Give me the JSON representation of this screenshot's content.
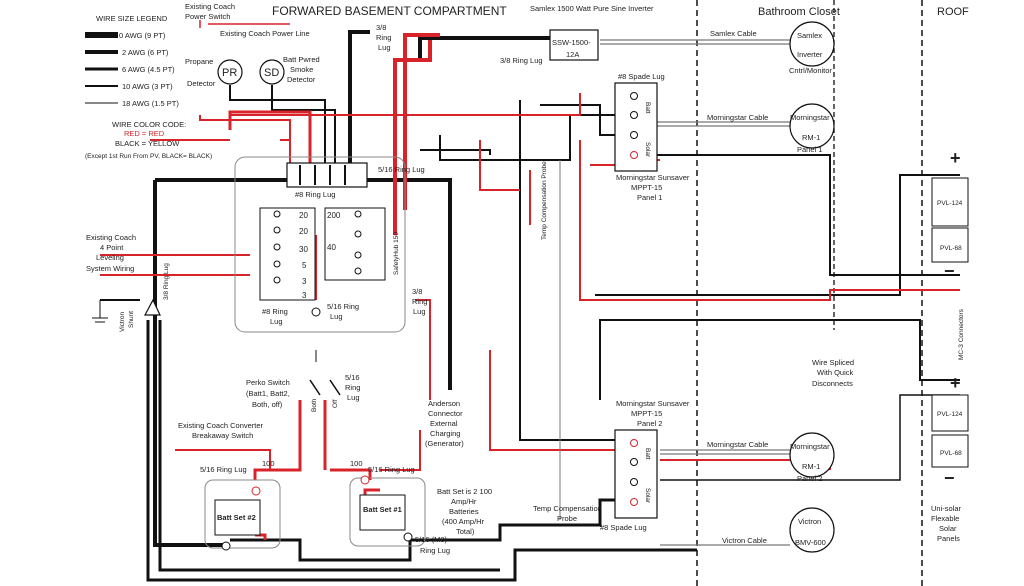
{
  "header": {
    "main_title": "FORWARED BASEMENT COMPARTMENT",
    "bathroom_closet": "Bathroom Closet",
    "roof": "ROOF"
  },
  "legend": {
    "title": "WIRE SIZE LEGEND",
    "items": [
      "0 AWG (9 PT)",
      "2 AWG (6 PT)",
      "6 AWG (4.5 PT)",
      "10 AWG (3 PT)",
      "18 AWG (1.5 PT)"
    ],
    "color_code_title": "WIRE COLOR CODE:",
    "color_red": "RED = RED",
    "color_black": "BLACK = YELLOW",
    "color_note": "(Except 1st Run From PV, BLACK= BLACK)"
  },
  "top_left": {
    "coach_switch_1": "Existing Coach",
    "coach_switch_2": "Power Switch",
    "coach_power_line": "Existing Coach Power Line",
    "propane_1": "Propane",
    "propane_2": "Detector",
    "pr_symbol": "PR",
    "sd_symbol": "SD",
    "smoke_1": "Batt Pwred",
    "smoke_2": "Smoke",
    "smoke_3": "Detector"
  },
  "inverter": {
    "title": "Samlex 1500 Watt Pure Sine Inverter",
    "model_1": "SSW-1500-",
    "model_2": "12A",
    "ring_lug_38": "3/8 Ring Lug",
    "ring_lug_top_1": "3/8",
    "ring_lug_top_2": "Ring",
    "ring_lug_top_3": "Lug",
    "cable": "Samlex Cable",
    "remote_1": "Samlex",
    "remote_2": "Inverter",
    "remote_3": "Cntrl/Monitor"
  },
  "controller1": {
    "spade": "#8 Spade Lug",
    "name_1": "Morningstar Sunsaver",
    "name_2": "MPPT-15",
    "name_3": "Panel 1",
    "batt_tag": "Batt",
    "solar_tag": "Solar",
    "cable": "Morningstar Cable",
    "meter_1": "Morningstar",
    "meter_2": "RM-1",
    "meter_3": "Panel 1",
    "probe": "Temp Compensation Probe"
  },
  "controller2": {
    "name_1": "Morningstar Sunsaver",
    "name_2": "MPPT-15",
    "name_3": "Panel 2",
    "spade": "#8 Spade Lug",
    "cable": "Morningstar Cable",
    "meter_1": "Morningstar",
    "meter_2": "RM-1",
    "meter_3": "Panel 2",
    "probe_1": "Temp Compensation",
    "probe_2": "Probe",
    "batt_tag": "Batt",
    "solar_tag": "Solar"
  },
  "victron": {
    "cable": "Victron Cable",
    "meter_1": "Victron",
    "meter_2": "BMV-600",
    "shunt_1": "Victron",
    "shunt_2": "Shunt"
  },
  "fuse_block": {
    "ring_516": "5/16  Ring Lug",
    "ring_8_top": "#8 Ring Lug",
    "ring_8_left_1": "#8 Ring",
    "ring_8_left_2": "Lug",
    "ring_516_bottom_1": "5/16  Ring",
    "ring_516_bottom_2": "Lug",
    "safety_hub": "SafetyHub 150",
    "ring_38_left": "3/8 Ring Lug",
    "ring_38_right_1": "3/8",
    "ring_38_right_2": "Ring",
    "ring_38_right_3": "Lug",
    "left_fuses": [
      "20",
      "20",
      "30",
      "5",
      "3",
      "3"
    ],
    "right_fuses": [
      "200",
      "40"
    ]
  },
  "coach_wiring": {
    "line_1": "Existing Coach",
    "line_2": "4 Point",
    "line_3": "Leveling",
    "line_4": "System Wiring"
  },
  "switches": {
    "perko_1": "Perko Switch",
    "perko_2": "(Batt1, Batt2,",
    "perko_3": "Both, off)",
    "both": "Both",
    "off": "Off",
    "ring_516_1": "5/16",
    "ring_516_2": "Ring",
    "ring_516_3": "Lug",
    "anderson_1": "Anderson",
    "anderson_2": "Connector",
    "anderson_3": "External",
    "anderson_4": "Charging",
    "anderson_5": "(Generator)",
    "converter_1": "Existing Coach Converter",
    "converter_2": "Breakaway Switch"
  },
  "batteries": {
    "set2_lug": "5/16 Ring Lug",
    "set2_amp": "100",
    "set2_label": "Batt Set #2",
    "set1_lug": "5/16 Ring Lug",
    "set1_amp": "100",
    "set1_label": "Batt Set #1",
    "bottom_lug_1": "5/16 (M8)",
    "bottom_lug_2": "Ring Lug",
    "note_1": "Batt Set is 2 100",
    "note_2": "Amp/Hr",
    "note_3": "Batteries",
    "note_4": "(400 Amp/Hr",
    "note_5": "Total)"
  },
  "solar": {
    "splice_1": "Wire Spliced",
    "splice_2": "With Quick",
    "splice_3": "Disconnects",
    "mc3": "MC-3 Connectors",
    "pvl_124_a": "PVL-124",
    "pvl_68_a": "PVL-68",
    "pvl_124_b": "PVL-124",
    "pvl_68_b": "PVL-68",
    "plus": "+",
    "minus": "−",
    "panels_1": "Uni-solar",
    "panels_2": "Flexable",
    "panels_3": "Solar",
    "panels_4": "Panels"
  },
  "colors": {
    "positive_wire": "#d8232a",
    "negative_wire": "#111111",
    "signal_wire": "#777777"
  }
}
